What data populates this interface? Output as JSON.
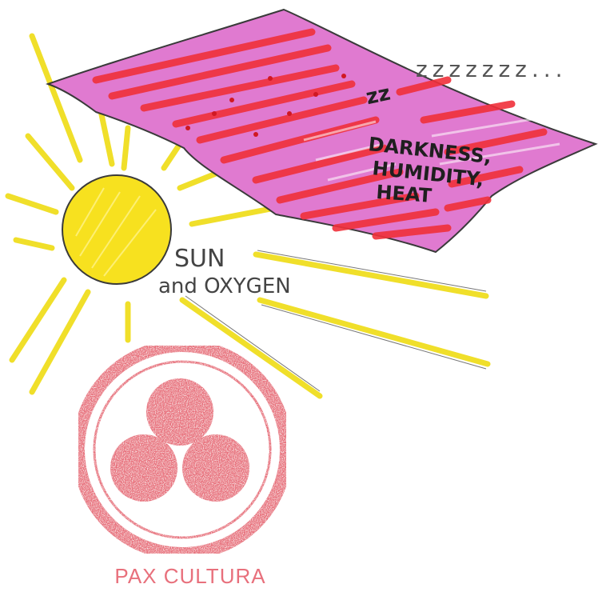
{
  "labels": {
    "sun": "SUN",
    "oxygen": "and OXYGEN",
    "snore": "zzzzzzz...",
    "snore_small": "zz",
    "darkness": "DARKNESS,",
    "humidity": "HUMIDITY,",
    "heat": "HEAT",
    "stamp": "PAX CULTURA"
  },
  "colors": {
    "sun_fill": "#f7e11f",
    "ray": "#f0df2a",
    "blanket_pink": "#e07ad0",
    "blanket_red": "#f0303a",
    "ink": "#2b2b2b",
    "stamp": "#e8707c"
  }
}
